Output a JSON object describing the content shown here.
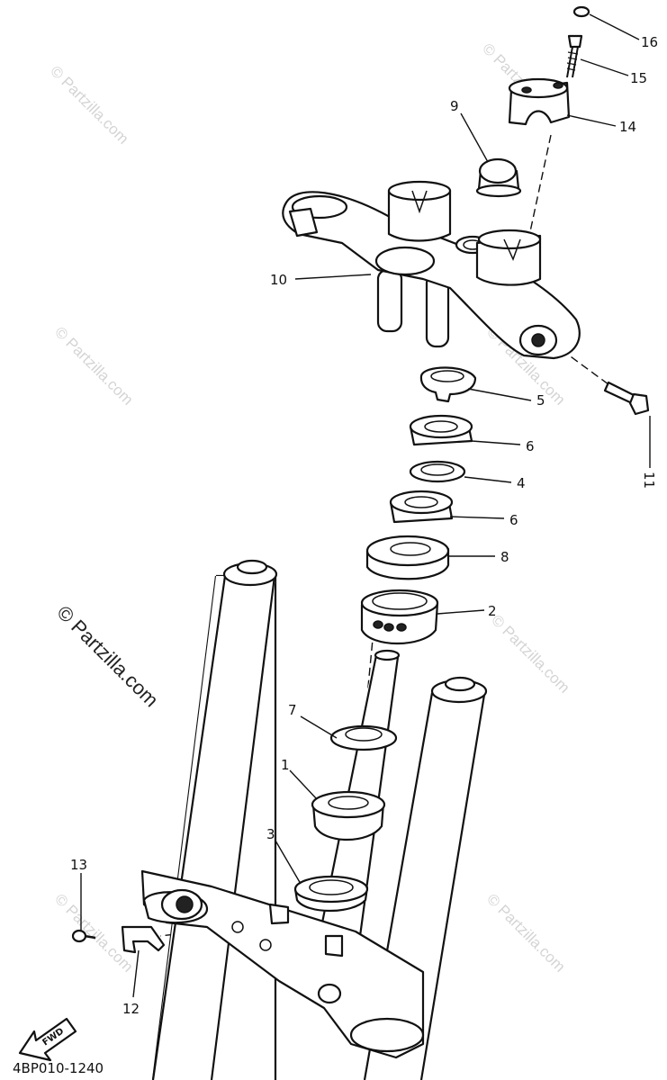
{
  "diagram": {
    "code": "4BP010-1240",
    "fwd_label": "FWD",
    "watermark_main": "© Partzilla.com",
    "watermark_faint": "© Partzilla.com",
    "callouts": {
      "c1": "1",
      "c2": "2",
      "c3": "3",
      "c4": "4",
      "c5": "5",
      "c6a": "6",
      "c6b": "6",
      "c7": "7",
      "c8": "8",
      "c9": "9",
      "c10": "10",
      "c11": "11",
      "c12": "12",
      "c13": "13",
      "c14": "14",
      "c15": "15",
      "c16": "16"
    }
  }
}
